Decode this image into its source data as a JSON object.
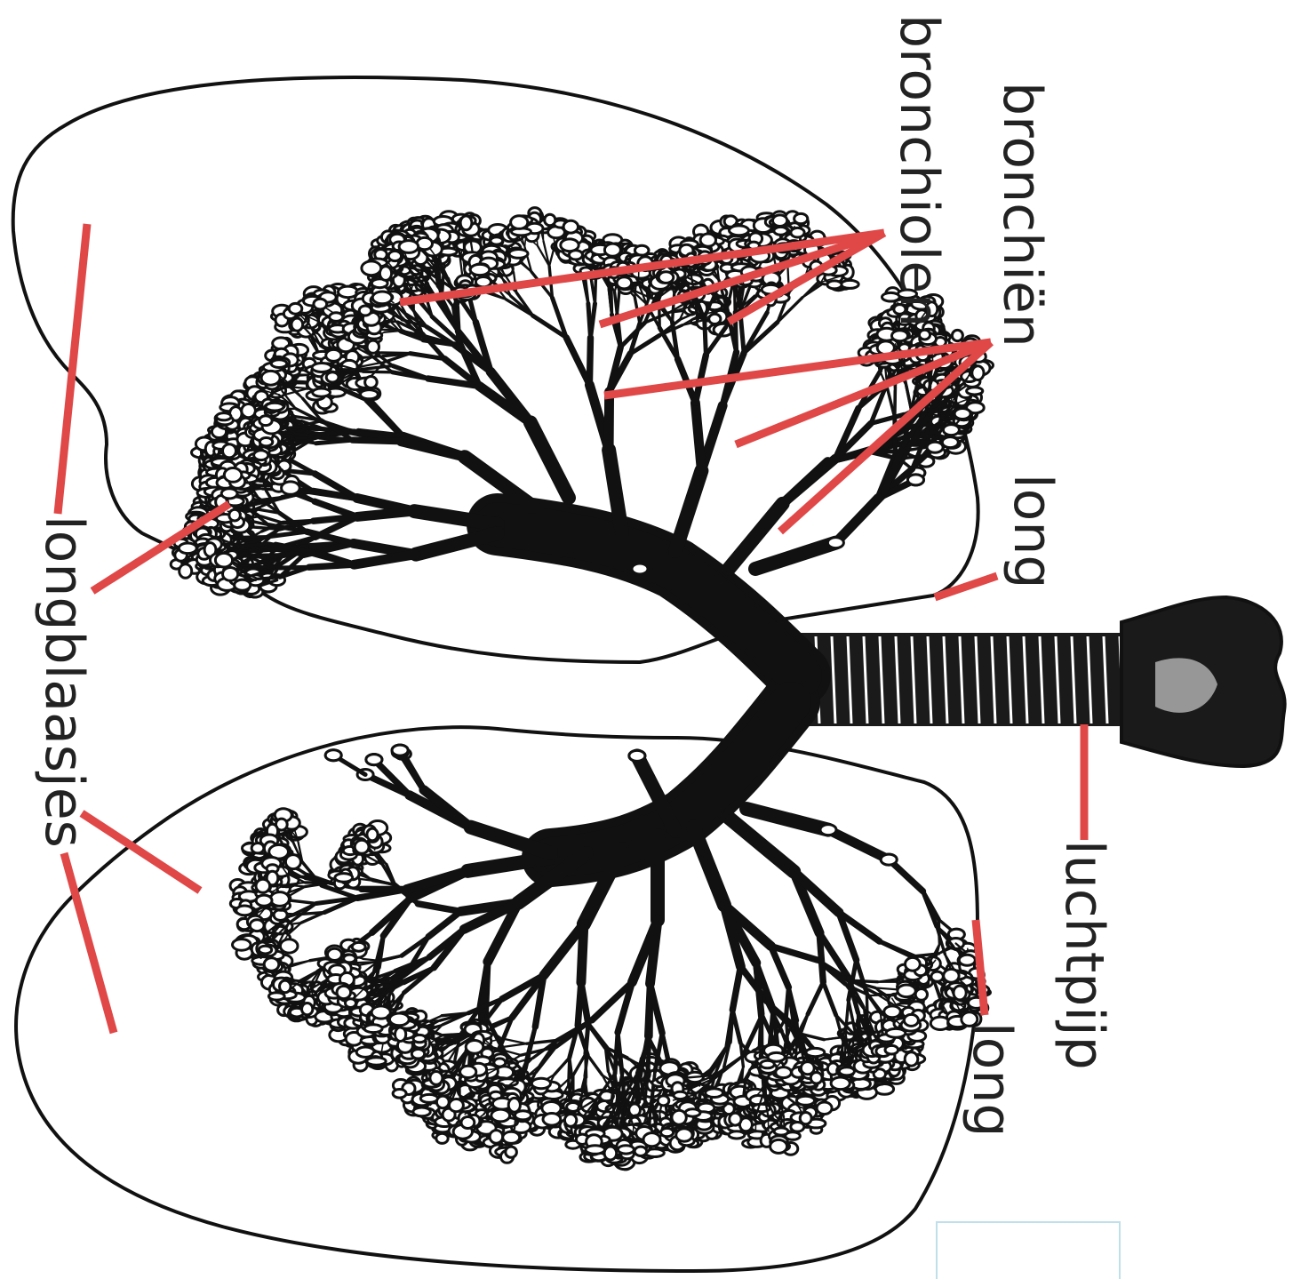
{
  "labels": {
    "bronchioles": "bronchiolen",
    "bronchi": "bronchiën",
    "lung": "long",
    "alveoli": "longblaasjes",
    "trachea": "luchtpijp"
  },
  "colors": {
    "leader_lines": "#e04848",
    "ink": "#111111",
    "background": "#ffffff"
  }
}
